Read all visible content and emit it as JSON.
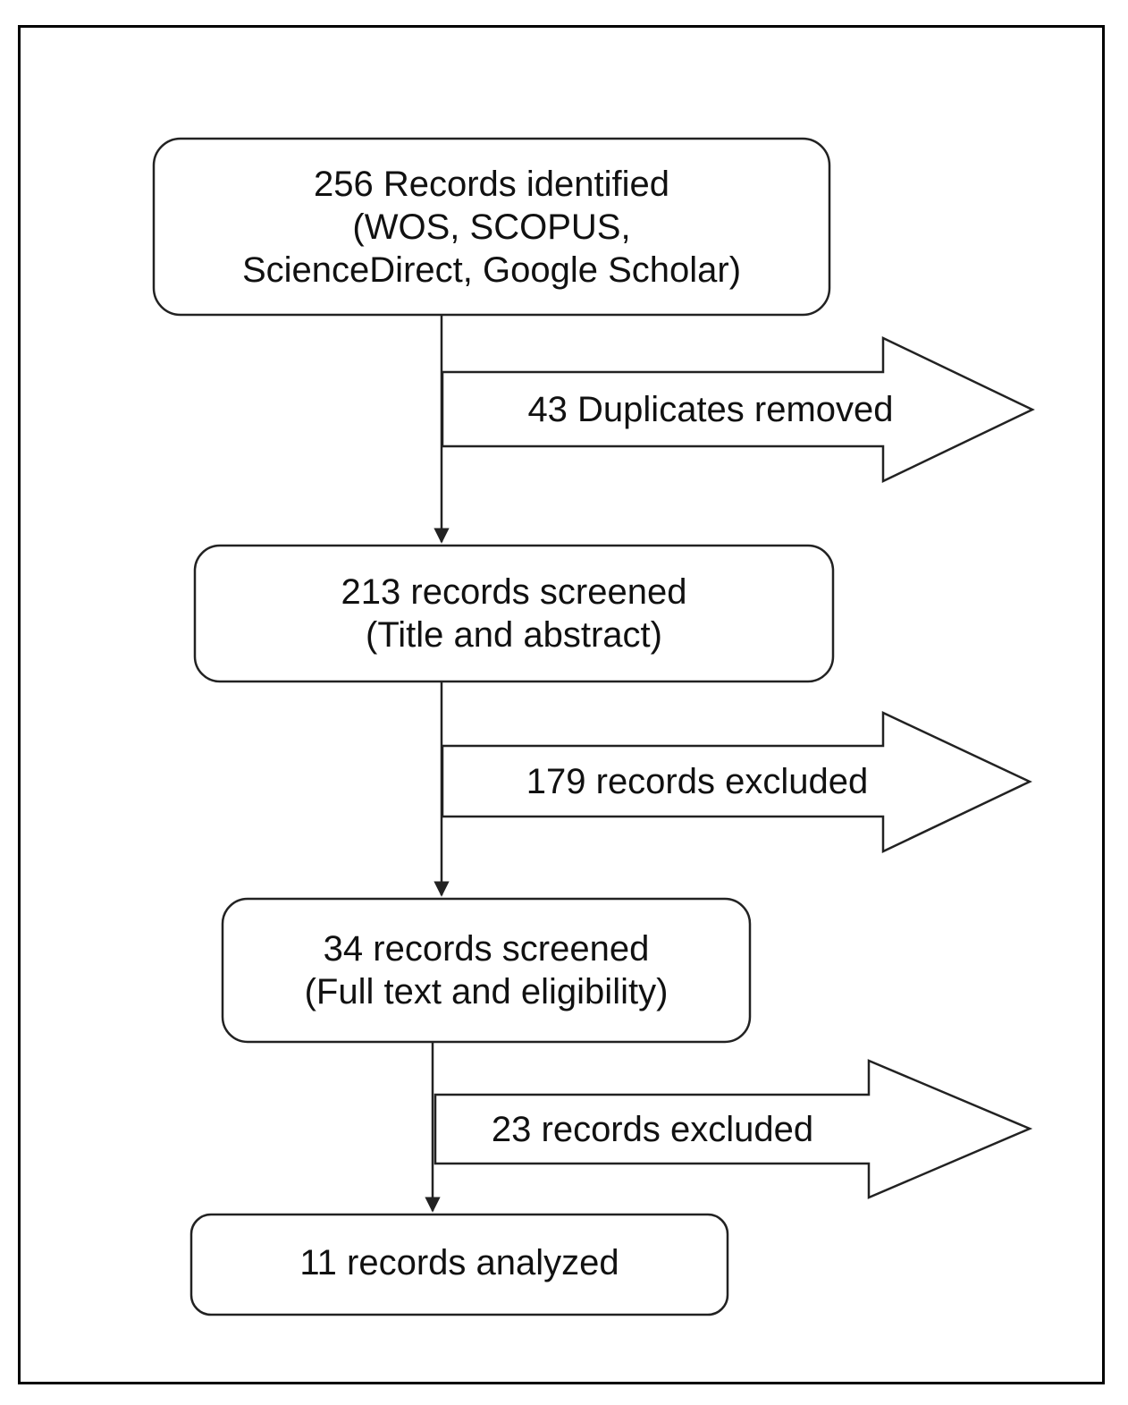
{
  "colors": {
    "stroke": "#222222",
    "text": "#111111",
    "background": "#ffffff"
  },
  "steps": [
    {
      "lines": [
        "256 Records identified",
        "(WOS, SCOPUS,",
        "ScienceDirect, Google Scholar)"
      ]
    },
    {
      "lines": [
        "213 records screened",
        "(Title and abstract)"
      ]
    },
    {
      "lines": [
        "34 records screened",
        "(Full text and eligibility)"
      ]
    },
    {
      "lines": [
        "11 records analyzed"
      ]
    }
  ],
  "exclusions": [
    {
      "label": "43 Duplicates removed"
    },
    {
      "label": "179 records excluded"
    },
    {
      "label": "23 records excluded"
    }
  ]
}
